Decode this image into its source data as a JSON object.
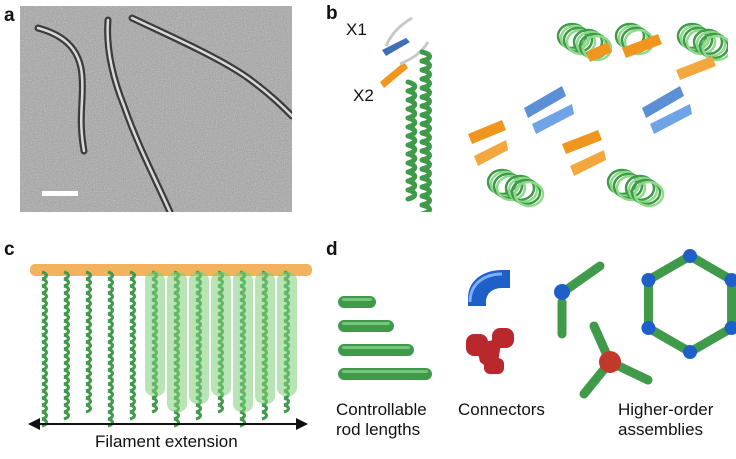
{
  "figure": {
    "panels": [
      {
        "label": "a"
      },
      {
        "label": "b",
        "annotations": [
          "X1",
          "X2"
        ]
      },
      {
        "label": "c",
        "caption": "Filament extension"
      },
      {
        "label": "d",
        "captions": [
          "Controllable\nrod lengths",
          "Connectors",
          "Higher-order\nassemblies"
        ]
      }
    ],
    "colors": {
      "helix_green": "#3f9a4a",
      "light_green": "#8fd98a",
      "strand_blue": "#5b8fd6",
      "strand_orange": "#f0961e",
      "connector_blue": "#1e5fc8",
      "connector_red": "#b8282d",
      "micrograph_gray": "#9a9a9a"
    }
  }
}
